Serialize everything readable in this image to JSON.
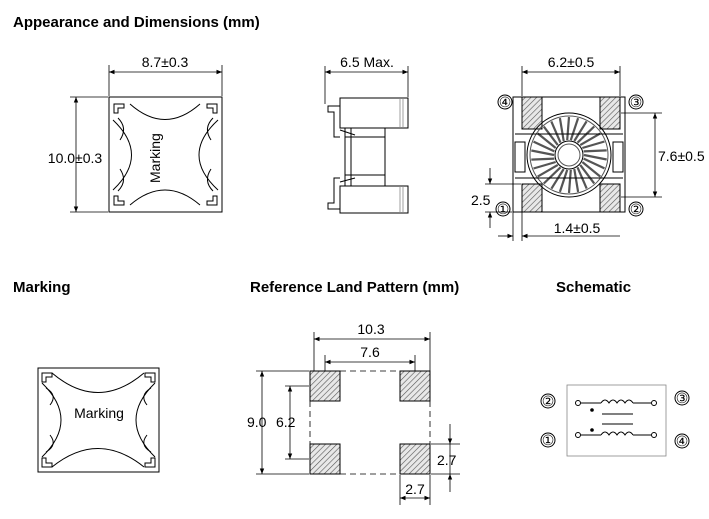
{
  "headings": {
    "appearance": "Appearance and Dimensions (mm)",
    "marking": "Marking",
    "land_pattern": "Reference Land Pattern (mm)",
    "schematic": "Schematic"
  },
  "top_view": {
    "width_dim": "8.7±0.3",
    "height_dim": "10.0±0.3",
    "marking_text": "Marking"
  },
  "side_view": {
    "height_dim": "6.5 Max."
  },
  "bottom_view": {
    "pad_span_dim": "6.2±0.5",
    "pad_pitch_dim": "7.6±0.5",
    "pad_height_dim": "2.5",
    "pad_width_dim": "1.4±0.5",
    "pins": [
      "①",
      "②",
      "③",
      "④"
    ]
  },
  "marking_view": {
    "marking_text": "Marking"
  },
  "land_pattern": {
    "outer_width": "10.3",
    "inner_width": "7.6",
    "outer_height": "9.0",
    "inner_height": "6.2",
    "pad_height": "2.7",
    "pad_width": "2.7"
  },
  "schematic": {
    "pins": [
      "②",
      "③",
      "①",
      "④"
    ]
  },
  "colors": {
    "line": "#000000",
    "hatch": "#555555",
    "light_line": "#888888"
  }
}
